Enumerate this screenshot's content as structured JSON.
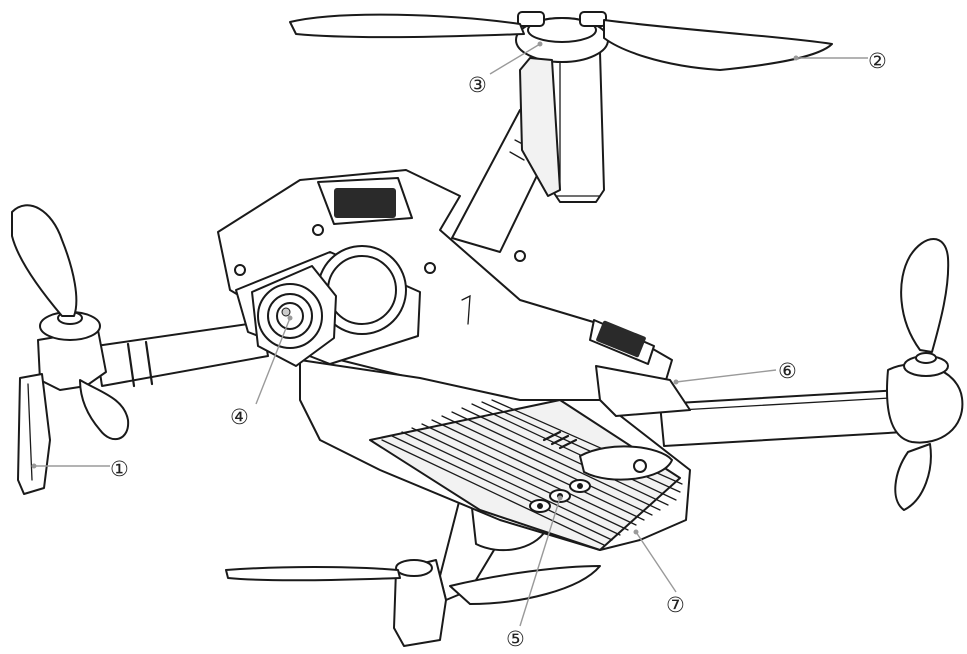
{
  "callouts": [
    {
      "id": "1",
      "label": "①"
    },
    {
      "id": "2",
      "label": "②"
    },
    {
      "id": "3",
      "label": "③"
    },
    {
      "id": "4",
      "label": "④"
    },
    {
      "id": "5",
      "label": "⑤"
    },
    {
      "id": "6",
      "label": "⑥"
    },
    {
      "id": "7",
      "label": "⑦"
    }
  ],
  "colors": {
    "line": "#1a1a1a",
    "leader": "#9a9a9a",
    "background": "#ffffff"
  }
}
